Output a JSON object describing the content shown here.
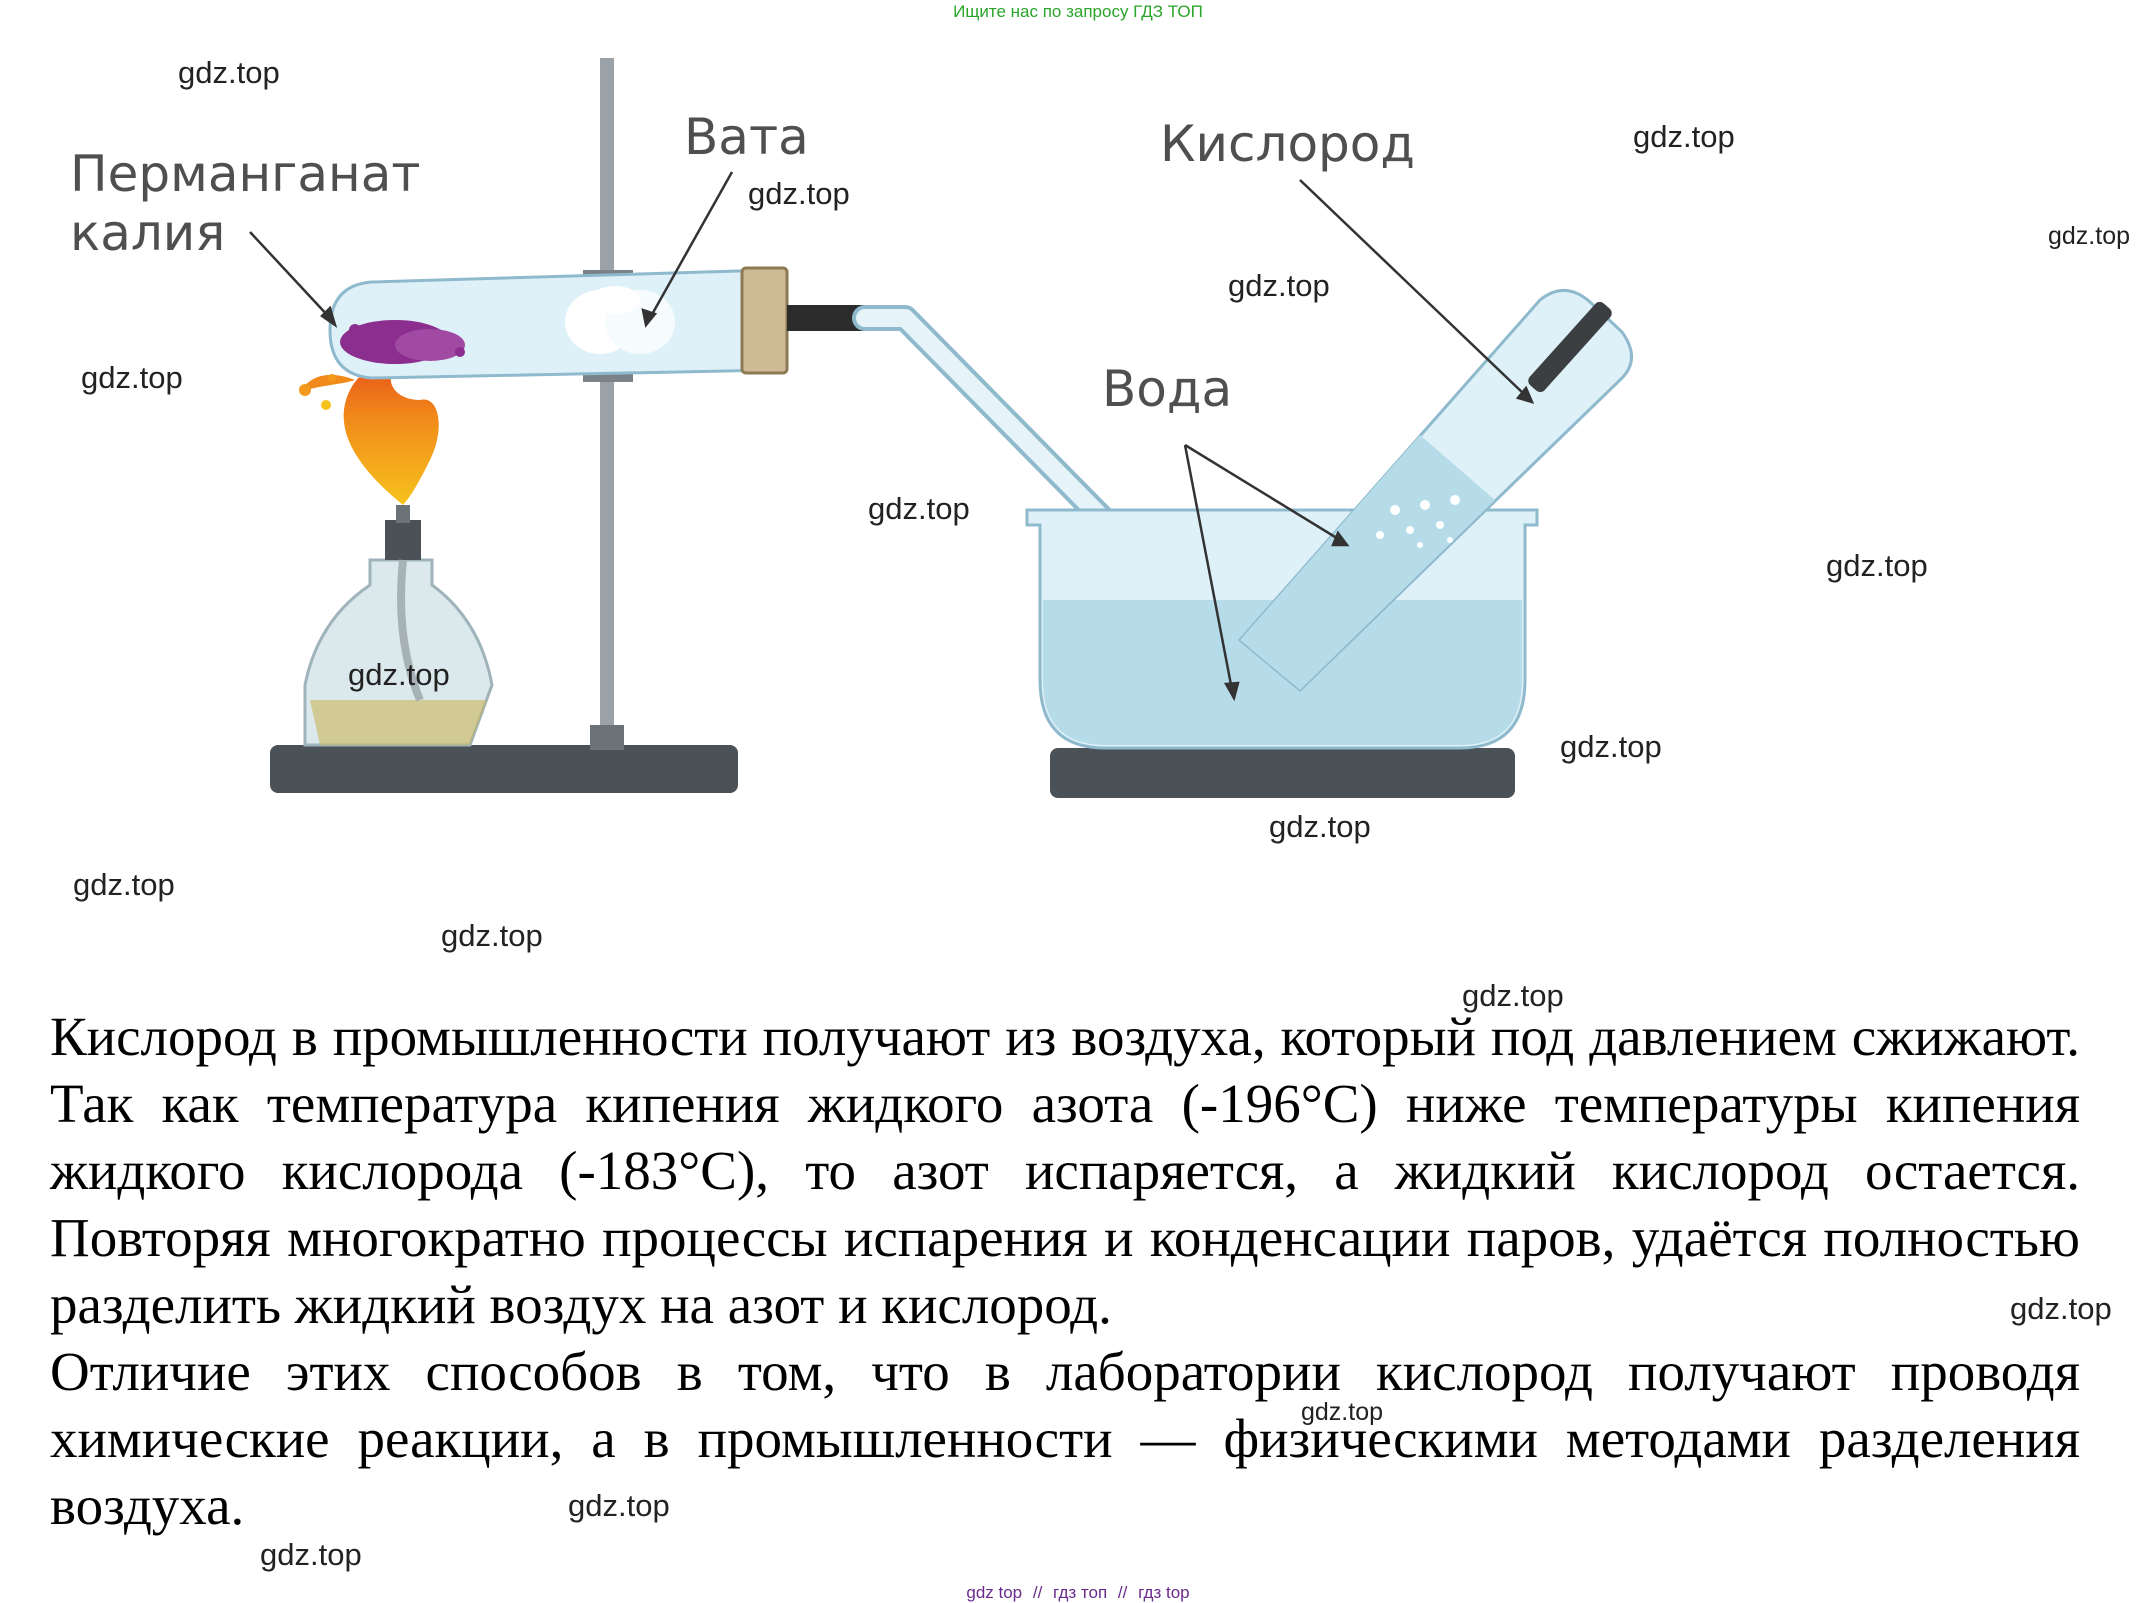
{
  "header": {
    "banner": "Ищите нас по запросу ГДЗ ТОП"
  },
  "diagram": {
    "labels": {
      "permanganate_line1": "Перманганат",
      "permanganate_line2": "калия",
      "cotton": "Вата",
      "oxygen": "Кислород",
      "water": "Вода"
    },
    "colors": {
      "glass": "#dff1f8",
      "glass_edge": "#8fb9cc",
      "water": "#b6dcea",
      "stand": "#4a5257",
      "flame": "#f39a1c",
      "permanganate": "#8b2e8f"
    }
  },
  "watermark": {
    "text": "gdz.top"
  },
  "text": {
    "paragraph1": "Кислород в промышленности получают из воздуха, который под давлением сжижают. Так как температура кипения жидкого азота (-196°С) ниже температуры кипения жидкого кислорода (-183°С), то азот испаряется, а жидкий кислород остается. Повторяя многократно процессы испарения и конденсации паров, удаётся полностью разделить жидкий воздух на азот и кислород.",
    "paragraph2": "Отличие этих способов в том, что в лаборатории кислород получают проводя химические реакции, а в промышленности — физическими методами разделения воздуха."
  },
  "footer": {
    "item1": "gdz top",
    "sep": "//",
    "item2": "гдз топ",
    "item3": "гдз top"
  }
}
